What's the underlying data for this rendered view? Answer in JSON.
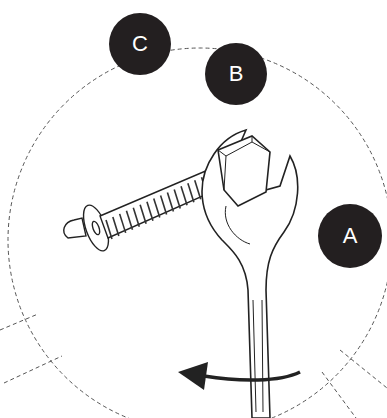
{
  "diagram": {
    "nodes": [
      {
        "text": [
          "C"
        ]
      },
      {
        "text": [
          "B"
        ]
      },
      {
        "text": [
          "A"
        ]
      }
    ]
  }
}
